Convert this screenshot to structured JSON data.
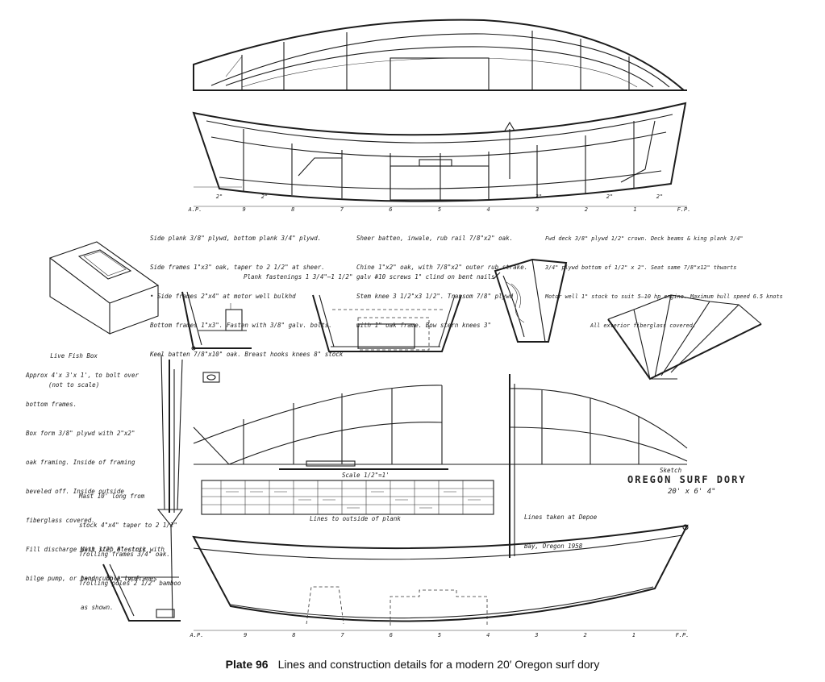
{
  "profile_stations": [
    "A.P.",
    "9",
    "8",
    "7",
    "6",
    "5",
    "4",
    "3",
    "2",
    "1",
    "F.P."
  ],
  "profile_dims": [
    "2\"",
    "2\"",
    "3\"",
    "2\"",
    "2\""
  ],
  "notes_col1": [
    "Side plank 3/8\" plywd, bottom plank 3/4\" plywd.",
    "Side frames 1\"x3\" oak, taper to 2 1/2\" at sheer.",
    "• Side frames 2\"x4\" at motor well bulkhd",
    "Bottom frames 1\"x3\". Fasten with 3/8\" galv. bolts.",
    "Keel batten 7/8\"x10\" oak. Breast hooks knees 8\" stock",
    "Plank fastenings 1 3/4\"–1 1/2\" galv #10 screws 1\" clind on bent nails"
  ],
  "notes_col2": [
    "Sheer batten, inwale, rub rail 7/8\"x2\" oak.",
    "Chine 1\"x2\" oak, with 7/8\"x2\" outer rub strake.",
    "Stem knee 3 1/2\"x3 1/2\". Transom 7/8\" plywd",
    "with 1\" oak frame. Bow stern knees 3\""
  ],
  "notes_col3": [
    "Fwd deck 3/8\" plywd 1/2\" crown. Deck beams & king plank 3/4\"",
    "3/4\" plywd bottom of 1/2\" x 2\". Seat same 7/8\"x12\" thwarts",
    "Motor well 1\" stock to suit 5–10 hp engine. Maximum hull speed 6.5 knots",
    "All exterior fiberglass covered."
  ],
  "fish_box_title": [
    "Live Fish Box",
    "(not to scale)"
  ],
  "fish_box_notes": [
    "Approx 4'x 3'x 1', to bolt over",
    "bottom frames.",
    "Box form 3/8\" plywd with 2\"x2\"",
    "oak framing. Inside of framing",
    "beveled off. Inside outside",
    "fiberglass covered.",
    "Fill discharge with 1/2\" electric",
    "bilge pump, or hand rubble type."
  ],
  "mast_notes_1": [
    "Mast 10' long from",
    "stock 4\"x4\" taper to 2 1/2\"",
    "Trolling frames 3/4\" oak.",
    "Trolling poles 2 1/2\" bamboo"
  ],
  "mast_notes_2": [
    "Mast step 8\" stock with",
    "tenon. Bolt to frames",
    "as shown."
  ],
  "scale_label": "Scale 1/2\"=1'",
  "offsets_caption": "Lines to outside of plank",
  "lines_taken": [
    "Lines taken at Depoe",
    "Bay, Oregon 1958"
  ],
  "sketch_credit": "Sketch",
  "boat_title": "OREGON SURF DORY",
  "boat_size": "20' x 6' 4\"",
  "bottom_stations": [
    "A.P.",
    "9",
    "8",
    "7",
    "6",
    "5",
    "4",
    "3",
    "2",
    "1",
    "F.P."
  ],
  "caption": {
    "plate": "Plate 96",
    "text": "Lines and construction details for a modern 20′ Oregon surf dory"
  }
}
